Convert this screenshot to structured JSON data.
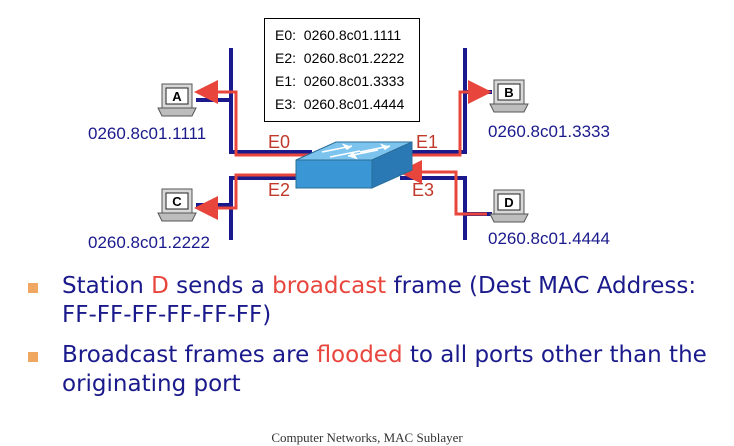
{
  "mac_table": [
    {
      "port": "E0:",
      "mac": "0260.8c01.1111"
    },
    {
      "port": "E2:",
      "mac": "0260.8c01.2222"
    },
    {
      "port": "E1:",
      "mac": "0260.8c01.3333"
    },
    {
      "port": "E3:",
      "mac": "0260.8c01.4444"
    }
  ],
  "stations": {
    "a": {
      "label": "A",
      "mac": "0260.8c01.1111"
    },
    "b": {
      "label": "B",
      "mac": "0260.8c01.3333"
    },
    "c": {
      "label": "C",
      "mac": "0260.8c01.2222"
    },
    "d": {
      "label": "D",
      "mac": "0260.8c01.4444"
    }
  },
  "ports": {
    "e0": "E0",
    "e1": "E1",
    "e2": "E2",
    "e3": "E3"
  },
  "bullets": [
    {
      "pre": "Station ",
      "hl1": "D",
      "mid": " sends a ",
      "hl2": "broadcast",
      "post": " frame (Dest MAC Address: FF-FF-FF-FF-FF-FF)"
    },
    {
      "pre": "Broadcast frames are ",
      "hl1": "flooded",
      "post": " to all ports other than the originating port"
    }
  ],
  "footer": "Computer Networks, MAC Sublayer",
  "colors": {
    "wire": "#1a1a8c",
    "frame": "#e8453c",
    "switch": "#4aa8e0",
    "bullet": "#f0a860"
  }
}
